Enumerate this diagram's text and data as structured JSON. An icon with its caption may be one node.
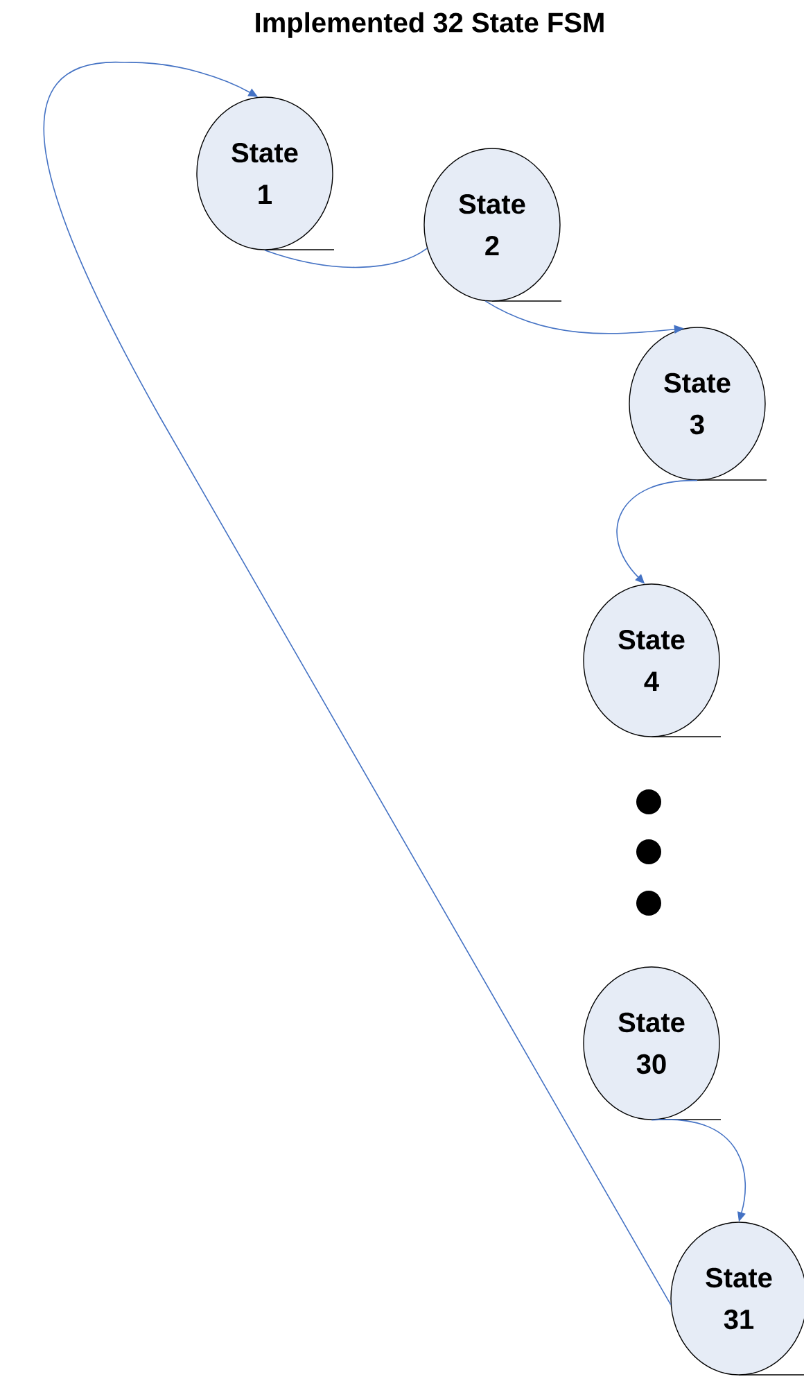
{
  "diagram": {
    "title": "Implemented 32 State FSM",
    "nodes": [
      {
        "text": [
          "State 1"
        ]
      },
      {
        "text": [
          "State 2"
        ]
      },
      {
        "text": [
          "State 3"
        ]
      },
      {
        "text": [
          "State 4"
        ]
      },
      {
        "text": [
          "State 30"
        ]
      },
      {
        "text": [
          "State 31"
        ]
      }
    ],
    "edges": [
      {
        "from": 0,
        "to": 1,
        "arrow": "none"
      },
      {
        "from": 1,
        "to": 2,
        "arrow": "to"
      },
      {
        "from": 2,
        "to": 3,
        "arrow": "to"
      },
      {
        "from": 4,
        "to": 5,
        "arrow": "to"
      },
      {
        "from": 5,
        "to": 0,
        "arrow": "to"
      }
    ]
  }
}
